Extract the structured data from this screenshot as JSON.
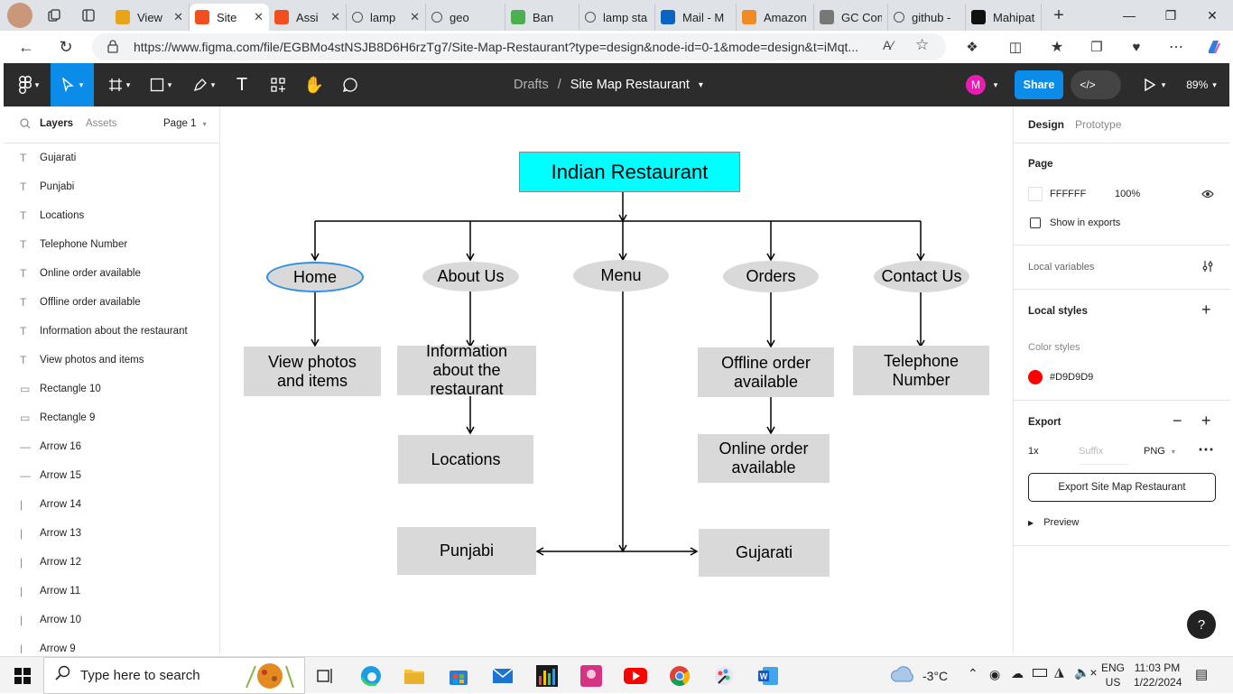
{
  "browser": {
    "tabs": [
      {
        "title": "View",
        "icon": "chart-favicon",
        "color": "#e8a317"
      },
      {
        "title": "Site",
        "icon": "figma-favicon",
        "color": "#f24e1e",
        "active": true
      },
      {
        "title": "Assi",
        "icon": "figma-favicon",
        "color": "#f24e1e"
      },
      {
        "title": "lamp",
        "icon": "search-favicon",
        "color": "#555555"
      },
      {
        "title": "geo",
        "icon": "search-favicon",
        "color": "#555555"
      },
      {
        "title": "Ban",
        "icon": "app-favicon",
        "color": "#4caf50"
      },
      {
        "title": "lamp sta",
        "icon": "search-favicon",
        "color": "#555555"
      },
      {
        "title": "Mail - M",
        "icon": "outlook-favicon",
        "color": "#0a64c2"
      },
      {
        "title": "Amazon",
        "icon": "amazon-favicon",
        "color": "#f08a24"
      },
      {
        "title": "GC Comp",
        "icon": "page-favicon",
        "color": "#777777"
      },
      {
        "title": "github -",
        "icon": "search-favicon",
        "color": "#555555"
      },
      {
        "title": "Mahipate",
        "icon": "github-favicon",
        "color": "#111111"
      }
    ],
    "url": "https://www.figma.com/file/EGBMo4stNSJB8D6H6rzTg7/Site-Map-Restaurant?type=design&node-id=0-1&mode=design&t=iMqt..."
  },
  "figma": {
    "breadcrumb_parent": "Drafts",
    "breadcrumb_sep": "/",
    "file_name": "Site Map Restaurant",
    "avatar_initial": "M",
    "share_label": "Share",
    "zoom": "89%"
  },
  "left_panel": {
    "tab_layers": "Layers",
    "tab_assets": "Assets",
    "page_selector": "Page 1",
    "layers": [
      {
        "name": "Gujarati",
        "type": "text"
      },
      {
        "name": "Punjabi",
        "type": "text"
      },
      {
        "name": "Locations",
        "type": "text"
      },
      {
        "name": "Telephone Number",
        "type": "text"
      },
      {
        "name": "Online order available",
        "type": "text"
      },
      {
        "name": "Offline order available",
        "type": "text"
      },
      {
        "name": "Information about the restaurant",
        "type": "text"
      },
      {
        "name": "View photos and items",
        "type": "text"
      },
      {
        "name": "Rectangle 10",
        "type": "rect"
      },
      {
        "name": "Rectangle 9",
        "type": "rect"
      },
      {
        "name": "Arrow 16",
        "type": "arrow-h"
      },
      {
        "name": "Arrow 15",
        "type": "arrow-h"
      },
      {
        "name": "Arrow 14",
        "type": "arrow-v"
      },
      {
        "name": "Arrow 13",
        "type": "arrow-v"
      },
      {
        "name": "Arrow 12",
        "type": "arrow-v"
      },
      {
        "name": "Arrow 11",
        "type": "arrow-v"
      },
      {
        "name": "Arrow 10",
        "type": "arrow-v"
      },
      {
        "name": "Arrow 9",
        "type": "arrow-v"
      }
    ]
  },
  "canvas": {
    "root": "Indian Restaurant",
    "root_color": "#00ffff",
    "main_nodes": {
      "home": "Home",
      "about": "About Us",
      "menu": "Menu",
      "orders": "Orders",
      "contact": "Contact Us"
    },
    "boxes": {
      "view_photos": "View photos and items",
      "info": "Information about the restaurant",
      "locations": "Locations",
      "punjabi": "Punjabi",
      "offline": "Offline order available",
      "online": "Online order available",
      "gujarati": "Gujarati",
      "telephone": "Telephone Number"
    },
    "selection_color": "#2d8ee5",
    "node_fill": "#d9d9d9"
  },
  "right_panel": {
    "tab_design": "Design",
    "tab_prototype": "Prototype",
    "page_label": "Page",
    "page_color": "FFFFFF",
    "page_opacity": "100%",
    "show_in_exports": "Show in exports",
    "local_variables": "Local variables",
    "local_styles": "Local styles",
    "color_styles": "Color styles",
    "color_style_name": "#D9D9D9",
    "color_style_swatch": "#ff0000",
    "export_label": "Export",
    "export_scale": "1x",
    "export_suffix_placeholder": "Suffix",
    "export_format": "PNG",
    "export_button": "Export Site Map Restaurant",
    "preview_label": "Preview",
    "help": "?"
  },
  "taskbar": {
    "search_placeholder": "Type here to search",
    "weather": "-3°C",
    "lang_1": "ENG",
    "lang_2": "US",
    "time": "11:03 PM",
    "date": "1/22/2024"
  }
}
